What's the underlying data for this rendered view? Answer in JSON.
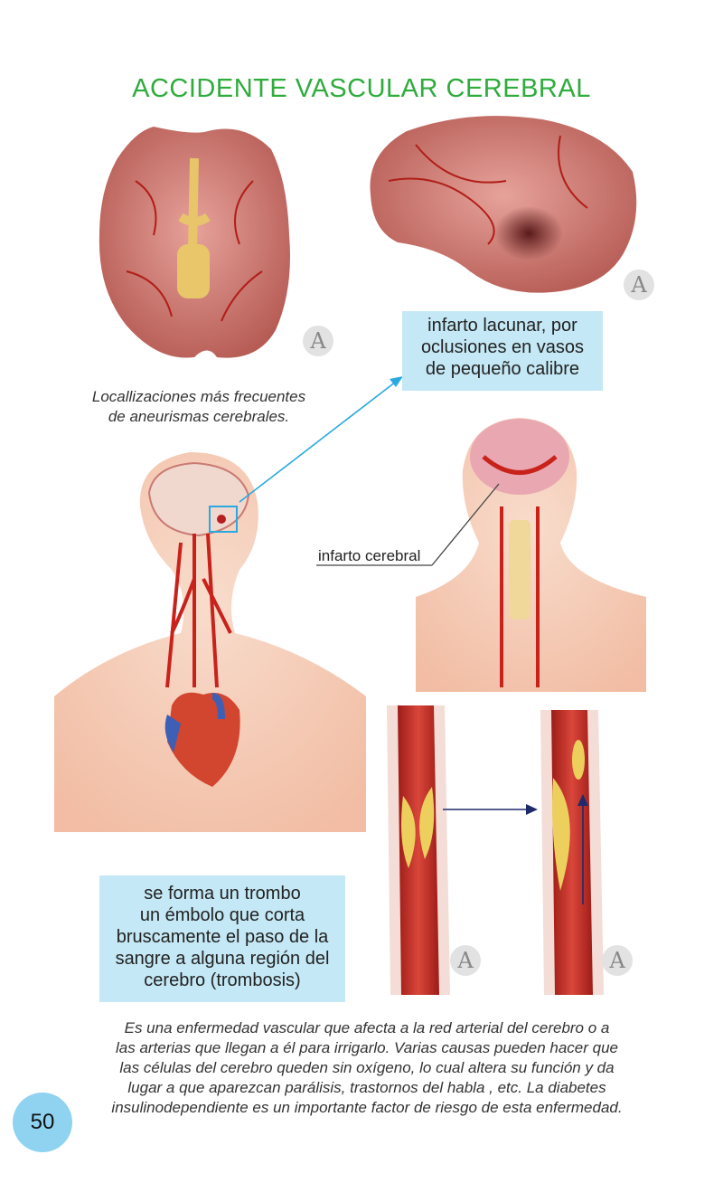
{
  "page": {
    "title": "ACCIDENTE VASCULAR CEREBRAL",
    "caption_aneurysm": [
      "Locallizaciones más frecuentes",
      "de aneurismas cerebrales."
    ],
    "callout_lacunar": [
      "infarto lacunar, por",
      "oclusiones en vasos",
      "de pequeño calibre"
    ],
    "label_cerebral_infarct": "infarto cerebral",
    "callout_thrombus": [
      "se forma un trombo",
      "un émbolo que corta",
      "bruscamente el paso de la",
      "sangre a alguna región del",
      "cerebro (trombosis)"
    ],
    "description": [
      "Es una enfermedad vascular que afecta a la red arterial del cerebro o a",
      "las arterias que llegan a él para irrigarlo. Varias causas pueden hacer que",
      "las células del cerebro queden sin oxígeno, lo cual altera su función y da",
      "lugar a que aparezcan parálisis, trastornos del habla , etc. La diabetes",
      "insulinodependiente es un importante factor de riesgo de esta enfermedad."
    ],
    "page_number": "50",
    "watermark_letter": "A"
  },
  "colors": {
    "title": "#2eac3c",
    "callout_bg": "#c4e8f5",
    "page_badge": "#8fd3f1",
    "arrow_cyan": "#29a9e0",
    "arrow_navy": "#1f2a6b",
    "artery_red": "#c8221b",
    "skin": "#f6cdb8"
  }
}
